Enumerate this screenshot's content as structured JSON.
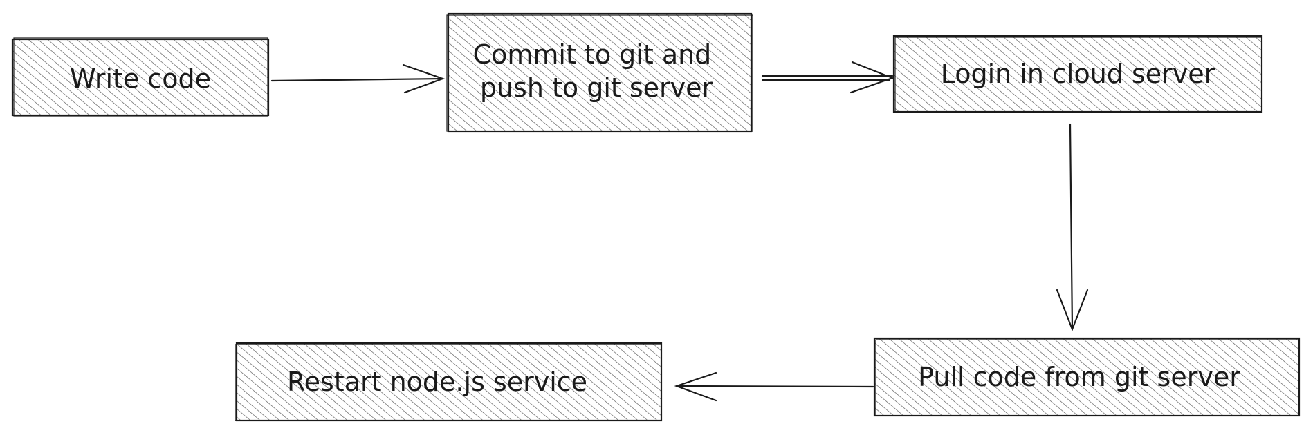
{
  "diagram": {
    "colors": {
      "stroke": "#1a1a1a",
      "hatch": "#555555",
      "background": "#ffffff"
    },
    "nodes": [
      {
        "id": "write-code",
        "label_lines": [
          "Write code"
        ]
      },
      {
        "id": "commit",
        "label_lines": [
          "Commit to git and",
          "push to git server"
        ]
      },
      {
        "id": "login",
        "label_lines": [
          "Login in cloud server"
        ]
      },
      {
        "id": "pull",
        "label_lines": [
          "Pull code from git server"
        ]
      },
      {
        "id": "restart",
        "label_lines": [
          "Restart node.js service"
        ]
      }
    ],
    "edges": [
      {
        "from": "write-code",
        "to": "commit"
      },
      {
        "from": "commit",
        "to": "login"
      },
      {
        "from": "login",
        "to": "pull"
      },
      {
        "from": "pull",
        "to": "restart"
      }
    ]
  }
}
